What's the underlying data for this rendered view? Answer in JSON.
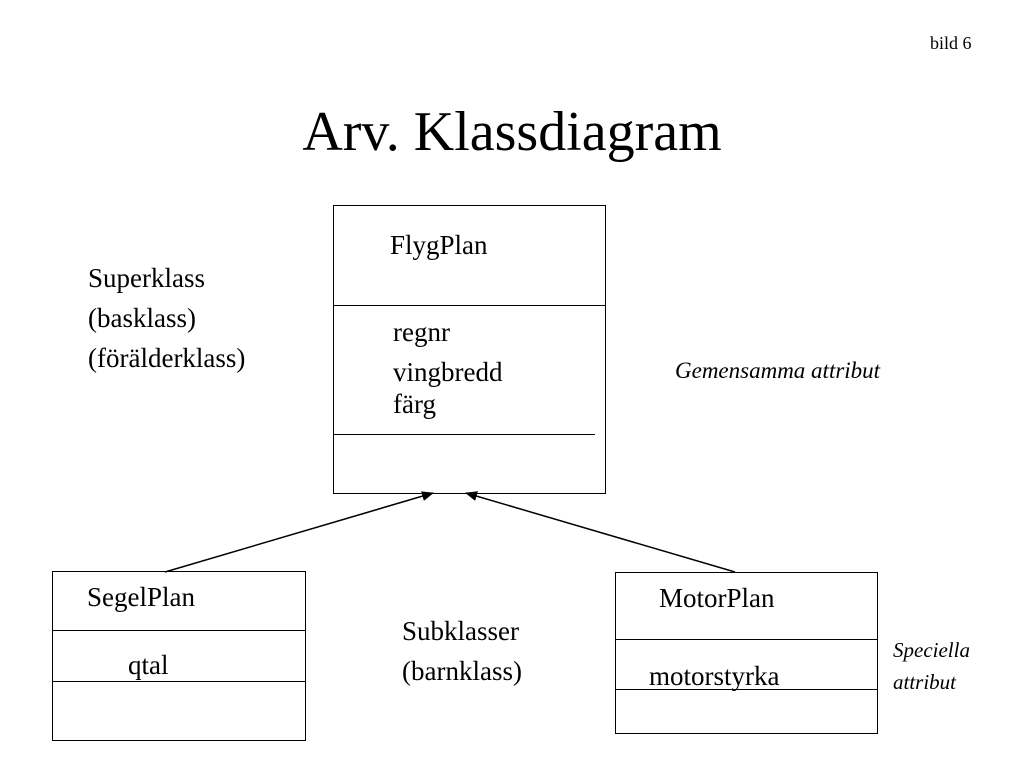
{
  "slide_number": "bild 6",
  "title": "Arv. Klassdiagram",
  "superclass_labels": [
    "Superklass",
    "(basklass)",
    "(förälderklass)"
  ],
  "subclass_labels": [
    "Subklasser",
    "(barnklass)"
  ],
  "common_attributes_label": "Gemensamma attribut",
  "special_attributes_label": [
    "Speciella",
    "attribut"
  ],
  "classes": {
    "flygplan": {
      "name": "FlygPlan",
      "attributes": [
        "regnr",
        "vingbredd",
        "färg"
      ]
    },
    "segelplan": {
      "name": "SegelPlan",
      "attributes": [
        "qtal"
      ]
    },
    "motorplan": {
      "name": "MotorPlan",
      "attributes": [
        "motorstyrka"
      ]
    }
  },
  "relationships": [
    {
      "from": "SegelPlan",
      "to": "FlygPlan",
      "type": "inheritance"
    },
    {
      "from": "MotorPlan",
      "to": "FlygPlan",
      "type": "inheritance"
    }
  ]
}
